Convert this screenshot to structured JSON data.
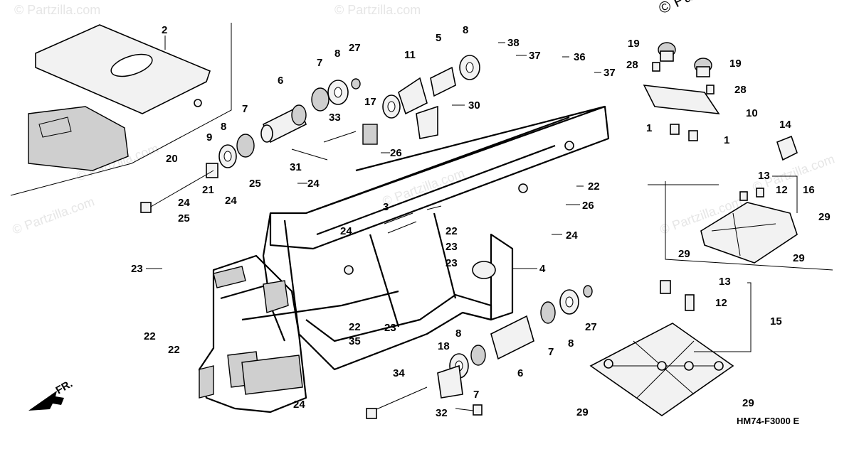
{
  "watermark": {
    "corner": "© Pa",
    "site": "© Partzilla.com"
  },
  "diagram_code": "HM74-F3000 E",
  "front_indicator": "FR.",
  "callouts": [
    {
      "id": "c2",
      "label": "2"
    },
    {
      "id": "c6a",
      "label": "6"
    },
    {
      "id": "c7a",
      "label": "7"
    },
    {
      "id": "c8a",
      "label": "8"
    },
    {
      "id": "c27a",
      "label": "27"
    },
    {
      "id": "c5",
      "label": "5"
    },
    {
      "id": "c8b",
      "label": "8"
    },
    {
      "id": "c38",
      "label": "38"
    },
    {
      "id": "c37a",
      "label": "37"
    },
    {
      "id": "c36",
      "label": "36"
    },
    {
      "id": "c37b",
      "label": "37"
    },
    {
      "id": "c19a",
      "label": "19"
    },
    {
      "id": "c28a",
      "label": "28"
    },
    {
      "id": "c19b",
      "label": "19"
    },
    {
      "id": "c28b",
      "label": "28"
    },
    {
      "id": "c10",
      "label": "10"
    },
    {
      "id": "c1a",
      "label": "1"
    },
    {
      "id": "c1b",
      "label": "1"
    },
    {
      "id": "c14",
      "label": "14"
    },
    {
      "id": "c7b",
      "label": "7"
    },
    {
      "id": "c8c",
      "label": "8"
    },
    {
      "id": "c11",
      "label": "11"
    },
    {
      "id": "c9",
      "label": "9"
    },
    {
      "id": "c17",
      "label": "17"
    },
    {
      "id": "c30",
      "label": "30"
    },
    {
      "id": "c33",
      "label": "33"
    },
    {
      "id": "c26a",
      "label": "26"
    },
    {
      "id": "c31",
      "label": "31"
    },
    {
      "id": "c24a",
      "label": "24"
    },
    {
      "id": "c20",
      "label": "20"
    },
    {
      "id": "c21",
      "label": "21"
    },
    {
      "id": "c24b",
      "label": "24"
    },
    {
      "id": "c24c",
      "label": "24"
    },
    {
      "id": "c25a",
      "label": "25"
    },
    {
      "id": "c25b",
      "label": "25"
    },
    {
      "id": "c3",
      "label": "3"
    },
    {
      "id": "c24d",
      "label": "24"
    },
    {
      "id": "c22a",
      "label": "22"
    },
    {
      "id": "c26b",
      "label": "26"
    },
    {
      "id": "c24e",
      "label": "24"
    },
    {
      "id": "c22b",
      "label": "22"
    },
    {
      "id": "c23a",
      "label": "23"
    },
    {
      "id": "c23b",
      "label": "23"
    },
    {
      "id": "c4",
      "label": "4"
    },
    {
      "id": "c13a",
      "label": "13"
    },
    {
      "id": "c12a",
      "label": "12"
    },
    {
      "id": "c16",
      "label": "16"
    },
    {
      "id": "c29a",
      "label": "29"
    },
    {
      "id": "c29b",
      "label": "29"
    },
    {
      "id": "c29c",
      "label": "29"
    },
    {
      "id": "c23c",
      "label": "23"
    },
    {
      "id": "c22c",
      "label": "22"
    },
    {
      "id": "c22d",
      "label": "22"
    },
    {
      "id": "c22e",
      "label": "22"
    },
    {
      "id": "c35",
      "label": "35"
    },
    {
      "id": "c23d",
      "label": "23"
    },
    {
      "id": "c8d",
      "label": "8"
    },
    {
      "id": "c18",
      "label": "18"
    },
    {
      "id": "c6b",
      "label": "6"
    },
    {
      "id": "c7c",
      "label": "7"
    },
    {
      "id": "c7d",
      "label": "7"
    },
    {
      "id": "c8e",
      "label": "8"
    },
    {
      "id": "c27b",
      "label": "27"
    },
    {
      "id": "c34",
      "label": "34"
    },
    {
      "id": "c32",
      "label": "32"
    },
    {
      "id": "c24f",
      "label": "24"
    },
    {
      "id": "c13b",
      "label": "13"
    },
    {
      "id": "c12b",
      "label": "12"
    },
    {
      "id": "c15",
      "label": "15"
    },
    {
      "id": "c29d",
      "label": "29"
    },
    {
      "id": "c29e",
      "label": "29"
    }
  ]
}
